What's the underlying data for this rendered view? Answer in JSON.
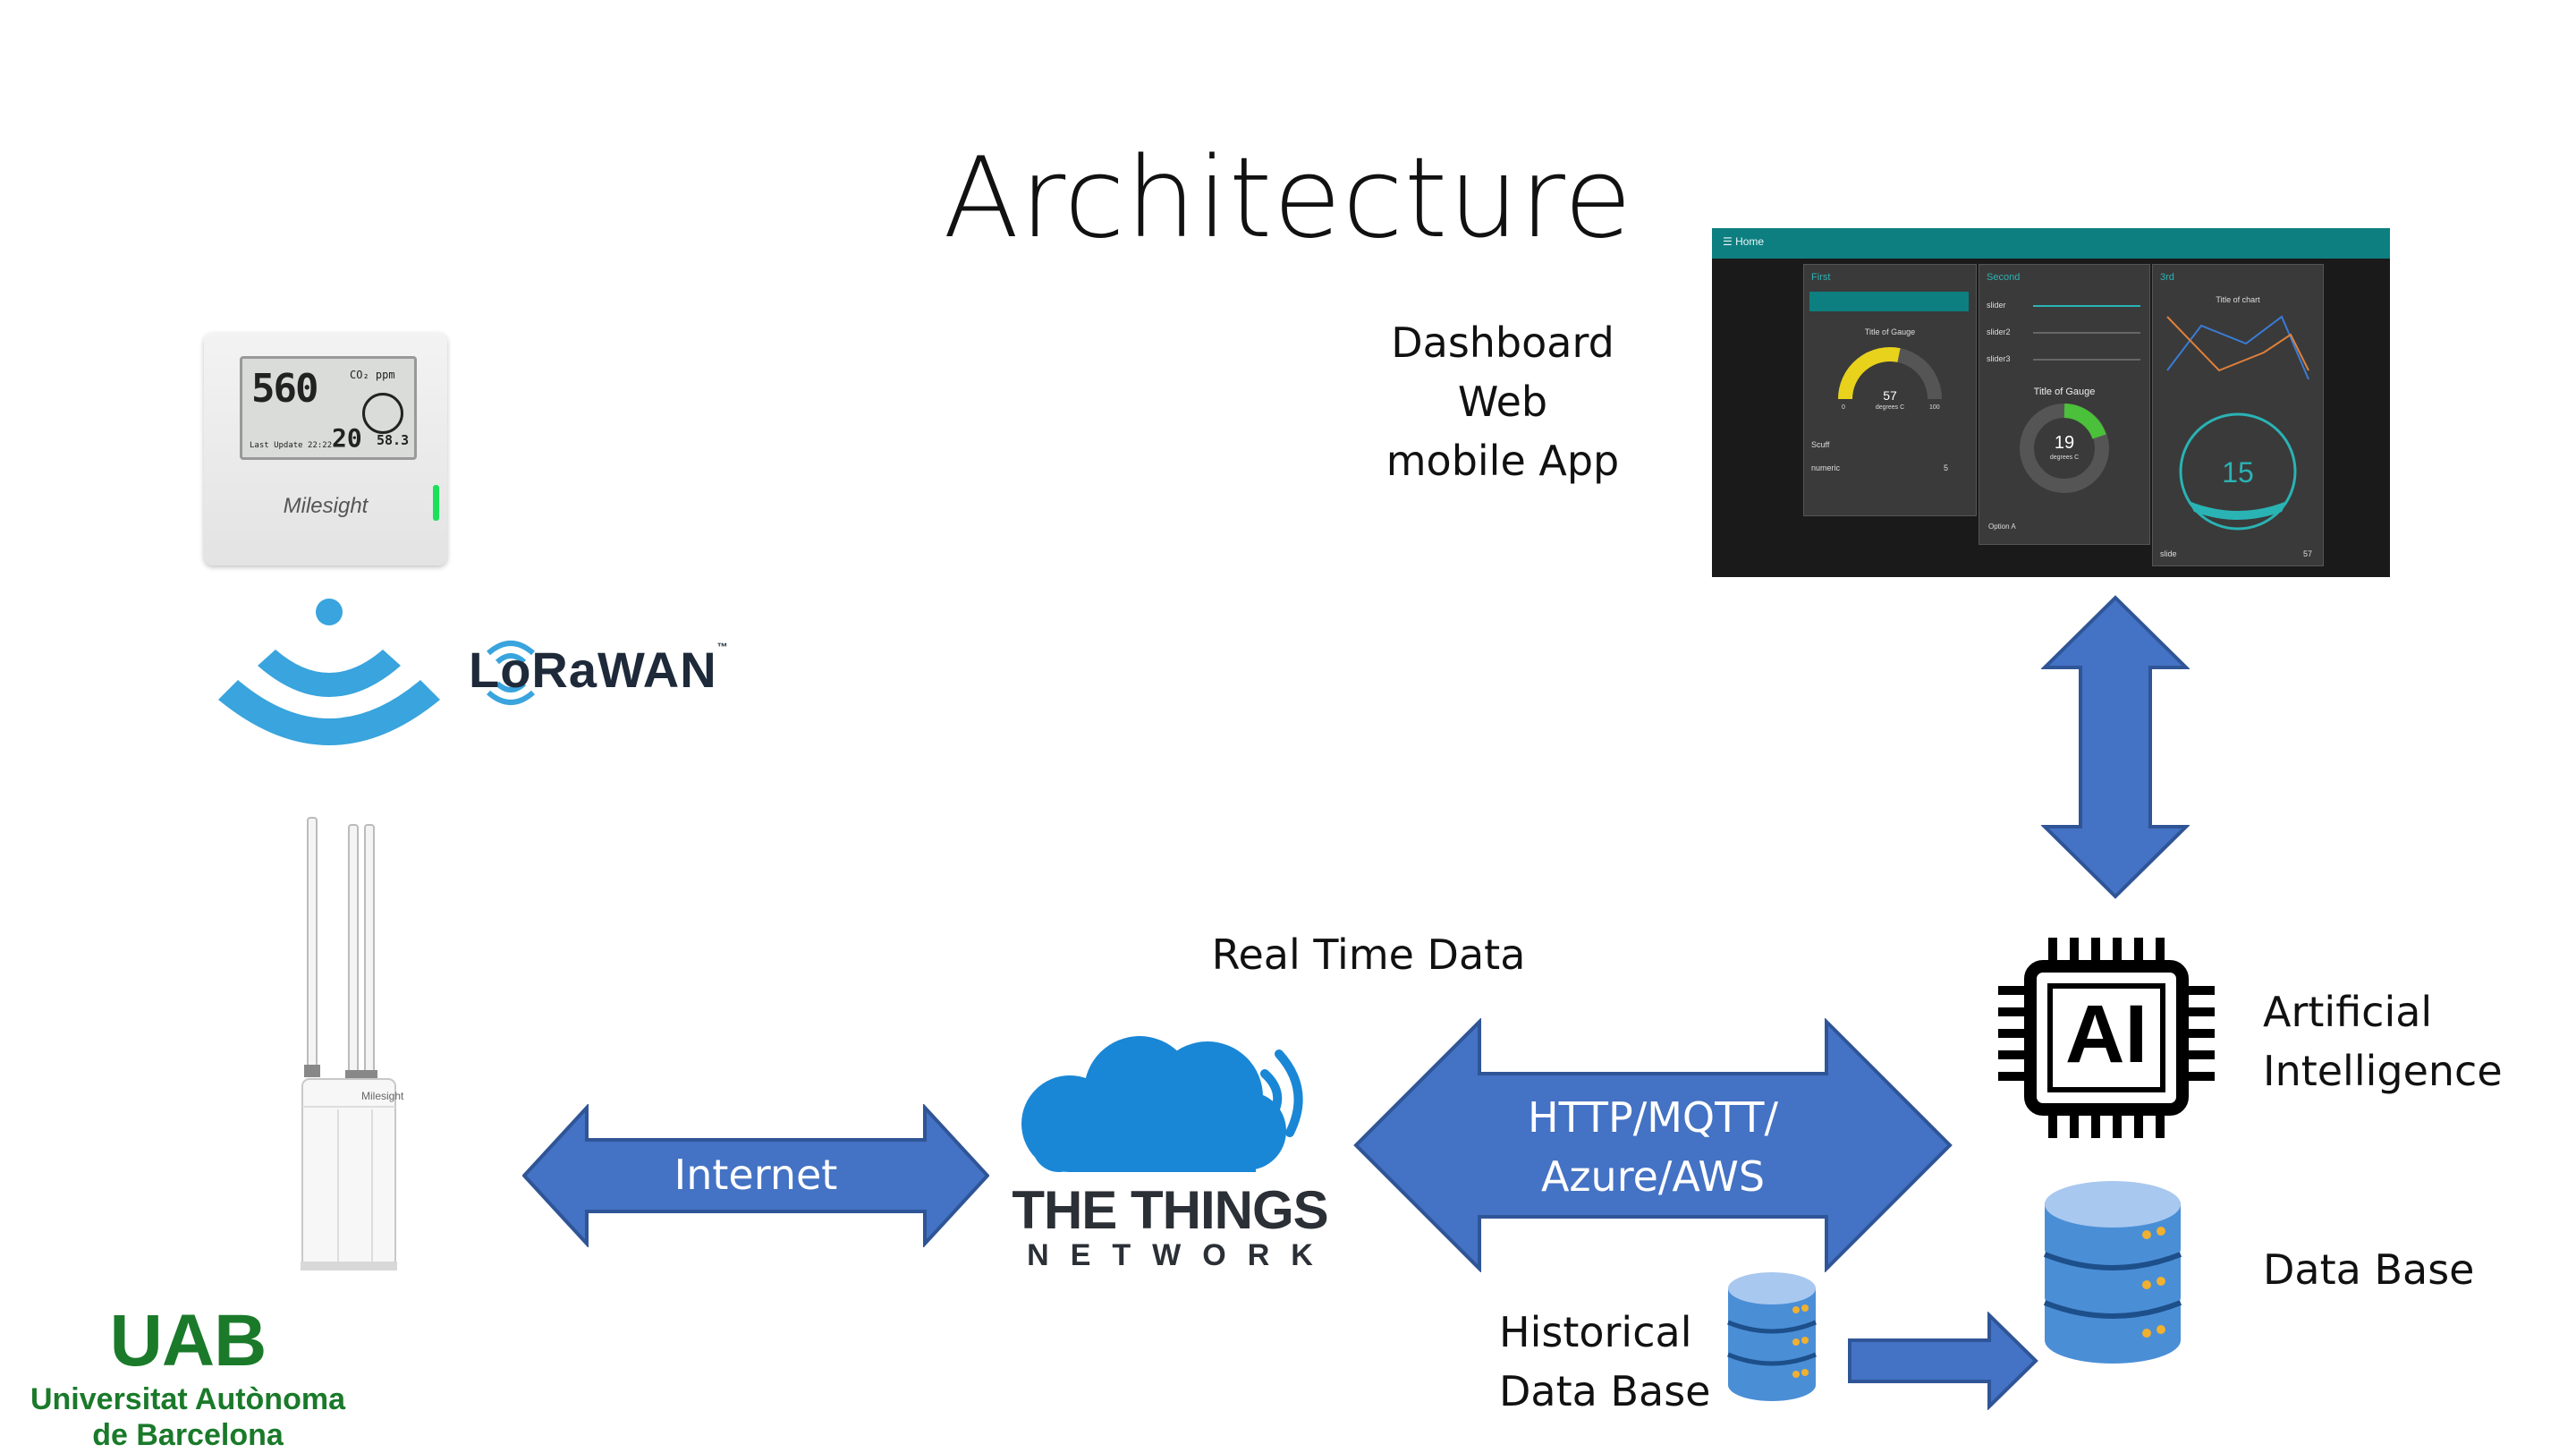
{
  "title": "Architecture",
  "sensor": {
    "co2_value": "560",
    "co2_unit": "CO₂ ppm",
    "temperature": "20",
    "humidity": "58.3",
    "last_update": "Last Update 22:22",
    "brand": "Milesight"
  },
  "lorawan": {
    "logo_text": "LoRaWAN",
    "trademark": "™"
  },
  "gateway": {
    "brand": "Milesight"
  },
  "uab": {
    "acronym": "UAB",
    "line1": "Universitat Autònoma",
    "line2": "de Barcelona"
  },
  "dashboard_label": {
    "line1": "Dashboard",
    "line2": "Web",
    "line3": "mobile App"
  },
  "dashboard": {
    "home": "Home",
    "panels": [
      {
        "title": "First",
        "gauge_title": "Title of Gauge",
        "gauge_value": "57",
        "gauge_unit": "degrees C",
        "gauge_min": "0",
        "gauge_max": "100",
        "text1": "Scuff",
        "text2": "numeric",
        "num": "5"
      },
      {
        "title": "Second",
        "sliders": [
          "slider",
          "slider2",
          "slider3"
        ],
        "gauge_title": "Title of Gauge",
        "gauge_value": "19",
        "gauge_unit": "degrees C",
        "dropdown": "Option A"
      },
      {
        "title": "3rd",
        "chart_title": "Title of chart",
        "big_value": "15",
        "slider_label": "slide",
        "slider_value": "57"
      }
    ]
  },
  "labels": {
    "internet": "Internet",
    "real_time_data": "Real Time Data",
    "protocols_line1": "HTTP/MQTT/",
    "protocols_line2": "Azure/AWS",
    "ai_chip": "AI",
    "ai_line1": "Artificial",
    "ai_line2": "Intelligence",
    "database": "Data Base",
    "historical_line1": "Historical",
    "historical_line2": "Data Base"
  },
  "ttn": {
    "line1": "THE THINGS",
    "line2": "NETWORK"
  },
  "colors": {
    "arrow_fill": "#4472c4",
    "arrow_stroke": "#2f5597",
    "wifi_blue": "#39a4dd",
    "ttn_blue": "#1987d6",
    "db_blue": "#4a8ed6",
    "uab_green": "#1a7a2a",
    "dashboard_teal": "#0e7f80"
  }
}
